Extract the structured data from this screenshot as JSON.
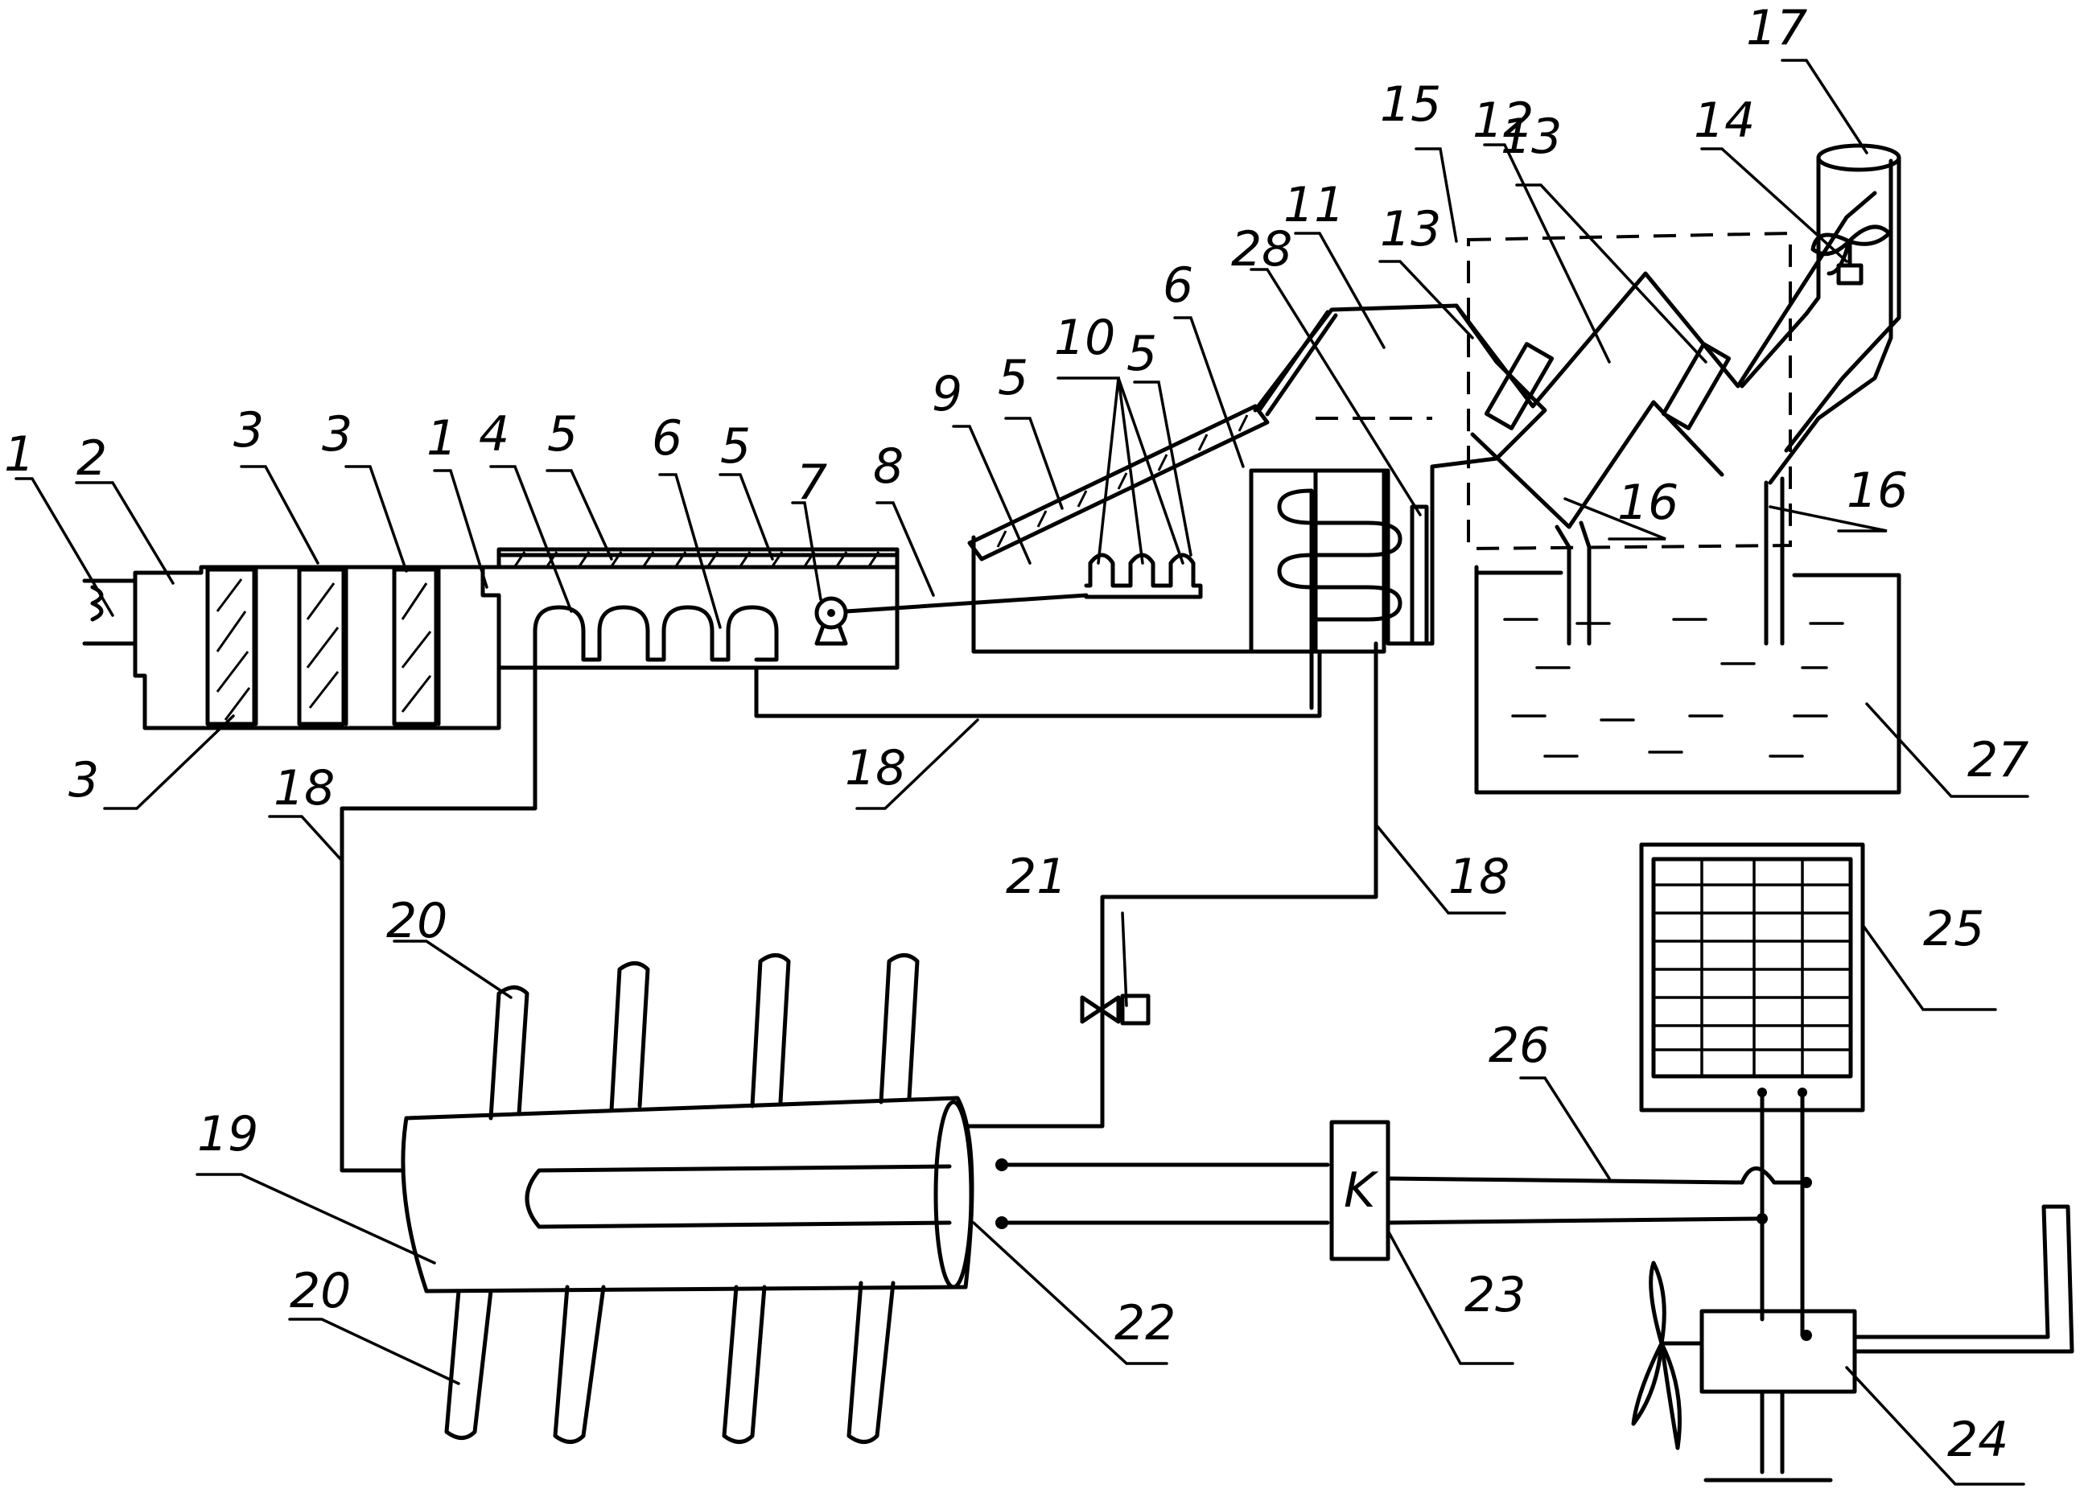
{
  "labels": {
    "l1a": "1",
    "l2": "2",
    "l3a": "3",
    "l3b": "3",
    "l3c": "3",
    "l1b": "1",
    "l4": "4",
    "l5a": "5",
    "l6a": "6",
    "l5b": "5",
    "l7": "7",
    "l8": "8",
    "l9": "9",
    "l5c": "5",
    "l10": "10",
    "l5d": "5",
    "l6b": "6",
    "l28": "28",
    "l11": "11",
    "l13a": "13",
    "l15": "15",
    "l12": "12",
    "l13b": "13",
    "l14": "14",
    "l17": "17",
    "l16a": "16",
    "l16b": "16",
    "l27": "27",
    "l18a": "18",
    "l18b": "18",
    "l18c": "18",
    "l21": "21",
    "l20a": "20",
    "l19": "19",
    "l20b": "20",
    "l22": "22",
    "l23": "23",
    "l26": "26",
    "l25": "25",
    "l24": "24"
  },
  "switch_symbol": "K"
}
